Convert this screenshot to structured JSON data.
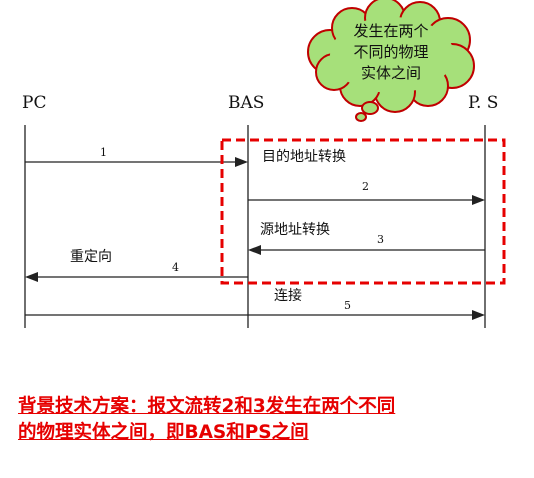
{
  "entities": {
    "pc": "PC",
    "bas": "BAS",
    "ps": "P. S"
  },
  "messages": [
    {
      "num": "1",
      "label": ""
    },
    {
      "num": "2",
      "label": "目的地址转换"
    },
    {
      "num": "3",
      "label": "源地址转换"
    },
    {
      "num": "4",
      "label": "重定向"
    },
    {
      "num": "5",
      "label": "连接"
    }
  ],
  "callout": {
    "lines": [
      "发生在两个",
      "不同的物理",
      "实体之间"
    ],
    "fill": "#a6e07a",
    "stroke": "#c00000"
  },
  "caption": {
    "line1": "背景技术方案：报文流转2和3发生在两个不同",
    "line2": "的物理实体之间，即BAS和PS之间",
    "color": "#e60000"
  },
  "highlight_box_color": "#e60000"
}
